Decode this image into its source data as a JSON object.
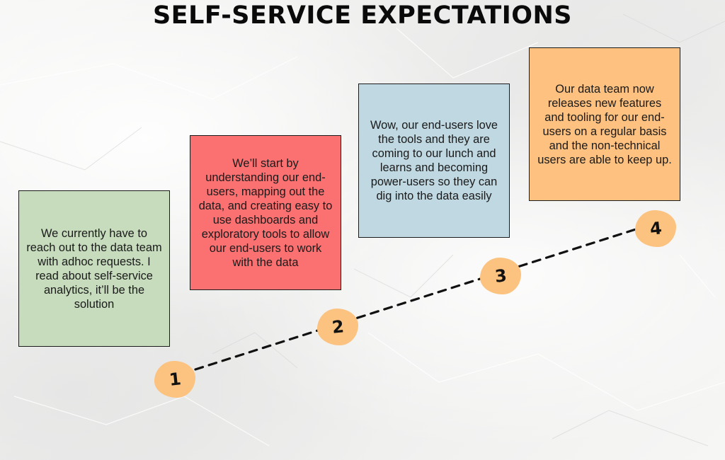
{
  "title": "SELF-SERVICE EXPECTATIONS",
  "colors": {
    "card1": "#c6dcbc",
    "card2": "#fb7172",
    "card3": "#c0d8e1",
    "card4": "#fec17f",
    "step": "#fcc27f",
    "line": "#111111"
  },
  "steps": [
    {
      "number": "1",
      "text": "We currently have to reach out to the data team with adhoc requests. I read about self-service analytics, it’ll be the solution"
    },
    {
      "number": "2",
      "text": "We’ll start by understanding our end-users, mapping out the data, and creating easy to use dashboards and exploratory tools to allow our end-users to work with the data"
    },
    {
      "number": "3",
      "text": "Wow, our end-users love the tools and they are coming to our lunch and learns and becoming power-users so they can dig into the data easily"
    },
    {
      "number": "4",
      "text": "Our data team now releases new features and tooling for our end-users on a regular basis and the non-technical users are able to keep up."
    }
  ]
}
